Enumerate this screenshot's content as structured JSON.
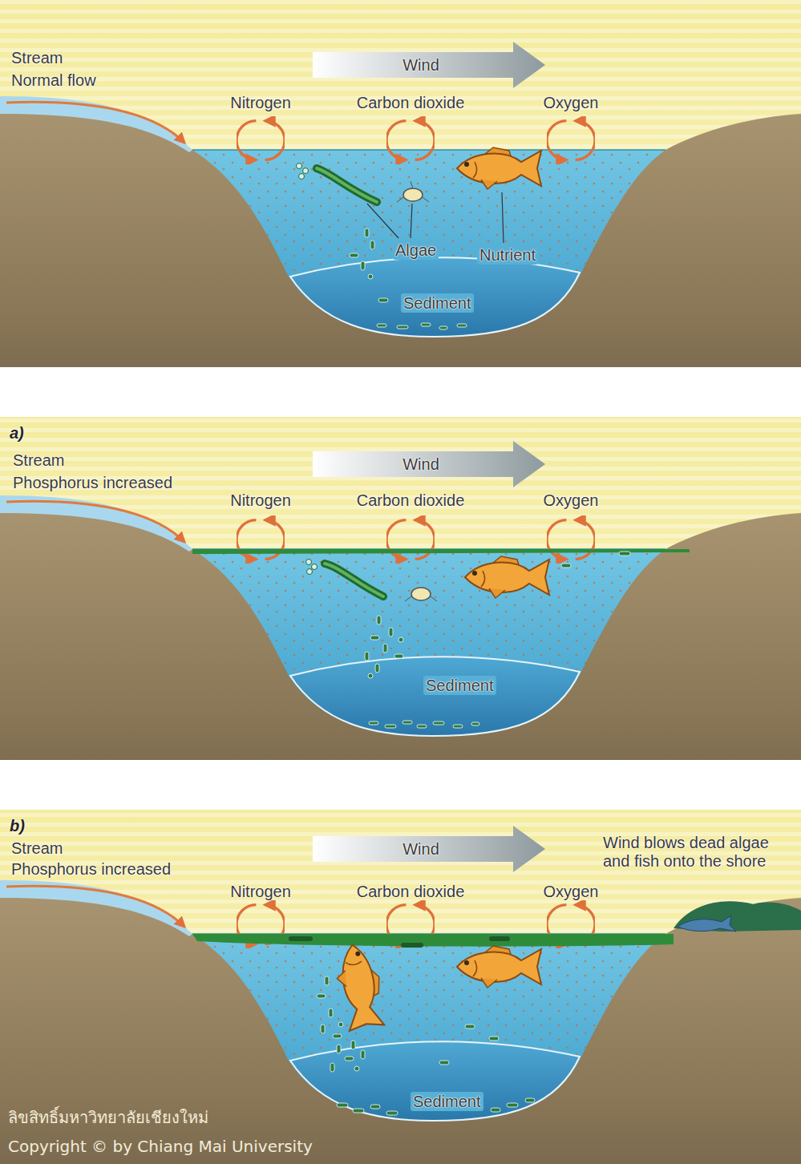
{
  "diagram": {
    "labels": [
      "Stream",
      "Normal flow",
      "Wind",
      "Nitrogen",
      "Carbon dioxide",
      "Oxygen",
      "Algae",
      "Nutrient",
      "Sediment",
      "a)",
      "Stream",
      "Phosphorus increased",
      "Wind",
      "Nitrogen",
      "Carbon dioxide",
      "Oxygen",
      "Sediment",
      "b)",
      "Stream",
      "Phosphorus increased",
      "Wind",
      "Nitrogen",
      "Carbon dioxide",
      "Oxygen",
      "Wind blows dead algae and fish onto the shore",
      "Sediment",
      "ลิขสิทธิ์มหาวิทยาลัยเชียงใหม่",
      "Copyright © by Chiang Mai University"
    ]
  }
}
